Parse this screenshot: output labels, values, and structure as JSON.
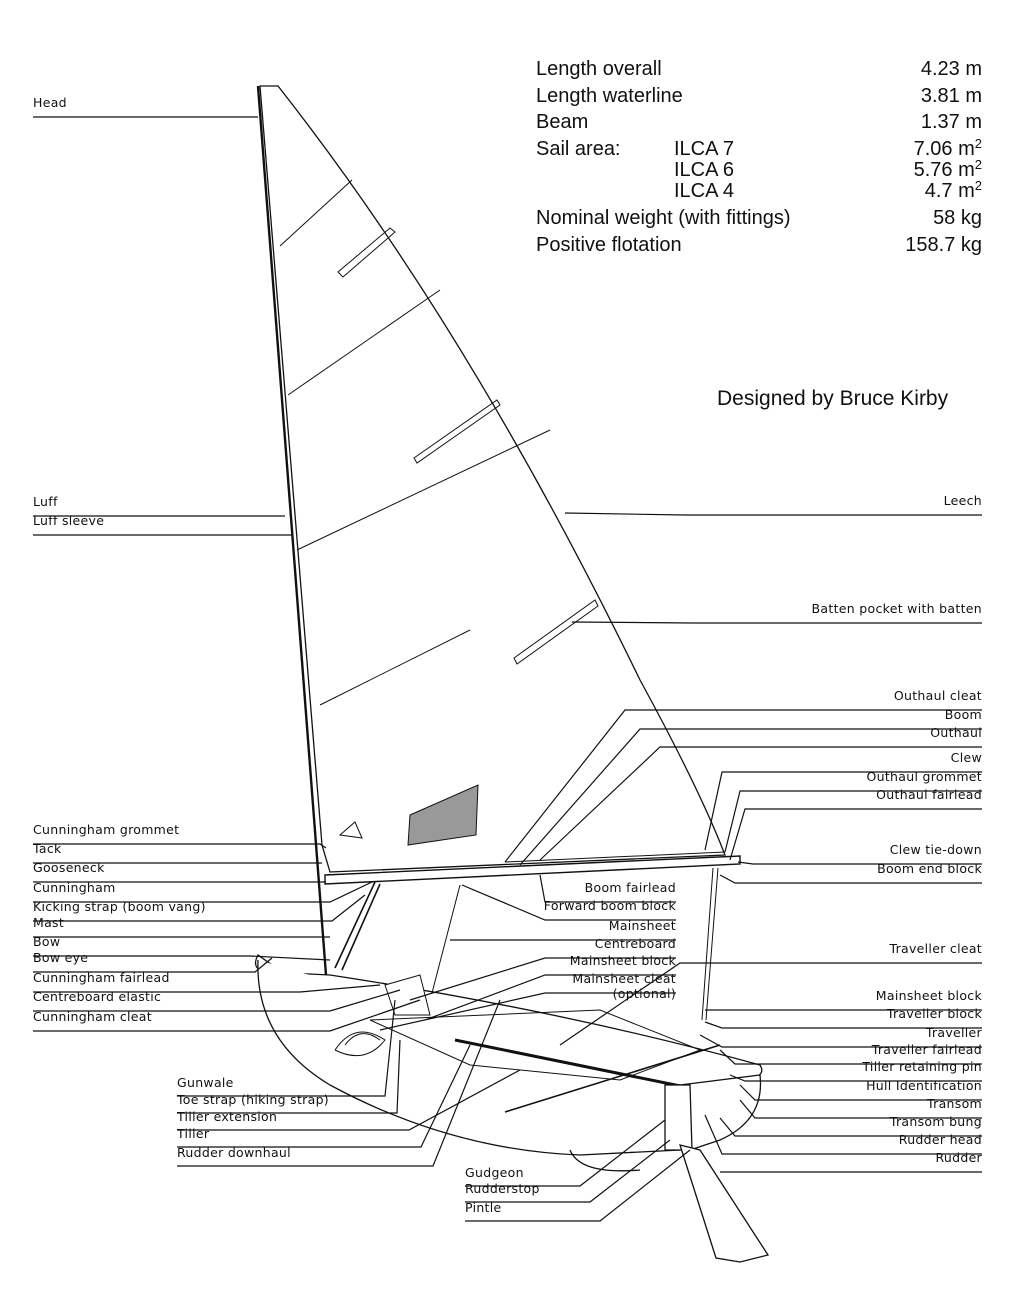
{
  "specs": [
    {
      "label": "Length overall",
      "value": "4.23 m"
    },
    {
      "label": "Length waterline",
      "value": "3.81 m"
    },
    {
      "label": "Beam",
      "value": "1.37 m"
    },
    {
      "label": "Sail area:",
      "sub": "ILCA 7",
      "value": "7.06 m",
      "sup": "2"
    },
    {
      "label": "",
      "sub": "ILCA 6",
      "value": "5.76 m",
      "sup": "2"
    },
    {
      "label": "",
      "sub": "ILCA 4",
      "value": "4.7 m",
      "sup": "2"
    },
    {
      "label": "Nominal weight (with fittings)",
      "value": "58 kg"
    },
    {
      "label": "Positive flotation",
      "value": "158.7 kg"
    }
  ],
  "designer": "Designed by Bruce Kirby",
  "labels_left": [
    "Head",
    "Luff",
    "Luff sleeve",
    "Cunningham grommet",
    "Tack",
    "Gooseneck",
    "Cunningham",
    "Kicking strap (boom vang)",
    "Mast",
    "Bow",
    "Bow eye",
    "Cunningham fairlead",
    "Centreboard elastic",
    "Cunningham cleat"
  ],
  "labels_bottom_left": [
    "Gunwale",
    "Toe strap (hiking strap)",
    "Tiller extension",
    "Tiller",
    "Rudder downhaul"
  ],
  "labels_bottom_mid": [
    "Gudgeon",
    "Rudderstop",
    "Pintle"
  ],
  "labels_mid": [
    "Boom fairlead",
    "Forward boom block",
    "Mainsheet",
    "Centreboard",
    "Mainsheet block",
    "Mainsheet cleat",
    "(optional)"
  ],
  "labels_right": [
    "Leech",
    "Batten pocket with batten",
    "Outhaul cleat",
    "Boom",
    "Outhaul",
    "Clew",
    "Outhaul grommet",
    "Outhaul fairlead",
    "Clew tie-down",
    "Boom end block",
    "Traveller cleat",
    "Mainsheet block",
    "Traveller block",
    "Traveller",
    "Traveller fairlead",
    "Tiller retaining pin",
    "Hull Identification",
    "Transom",
    "Transom bung",
    "Rudder head",
    "Rudder"
  ]
}
